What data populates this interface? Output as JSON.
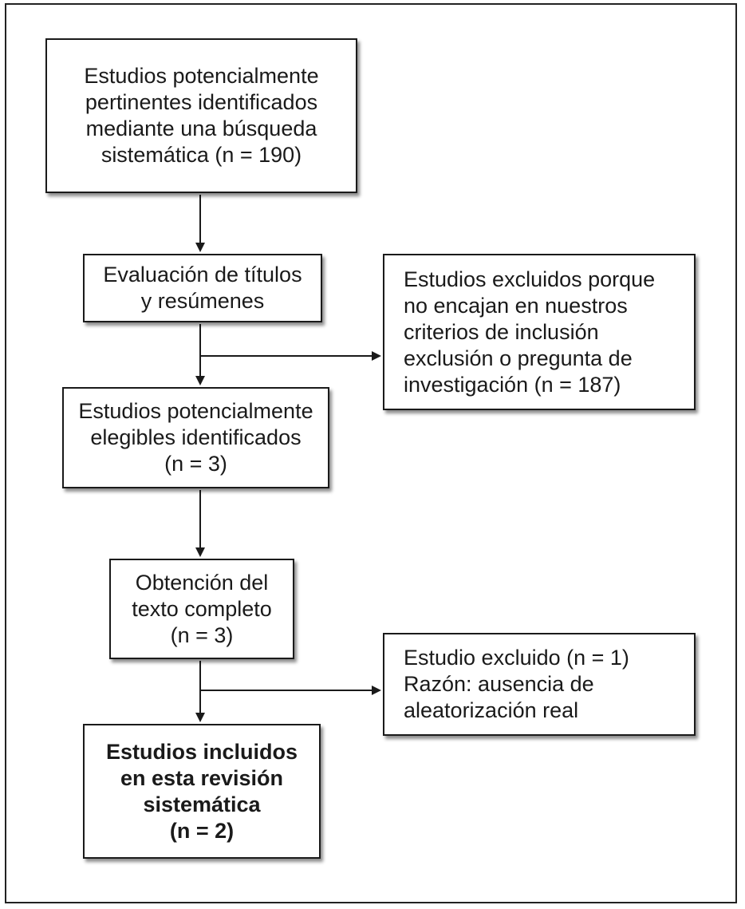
{
  "flowchart": {
    "boxes": {
      "identified": "Estudios potencialmente\npertinentes identificados\nmediante una búsqueda\nsistemática (n = 190)",
      "screening": "Evaluación de títulos\ny resúmenes",
      "excluded_screening": "Estudios excluidos porque\nno encajan en nuestros\ncriterios de inclusión\nexclusión o pregunta de\ninvestigación (n = 187)",
      "eligible": "Estudios potencialmente\nelegibles identificados\n(n = 3)",
      "full_text": "Obtención del\ntexto completo\n(n = 3)",
      "excluded_full_text": "Estudio excluido (n = 1)\nRazón: ausencia de\naleatorización real",
      "included": "Estudios incluidos\nen esta revisión\nsistemática\n(n = 2)"
    }
  },
  "colors": {
    "line": "#1a1a1a",
    "box_fill": "#ffffff"
  }
}
